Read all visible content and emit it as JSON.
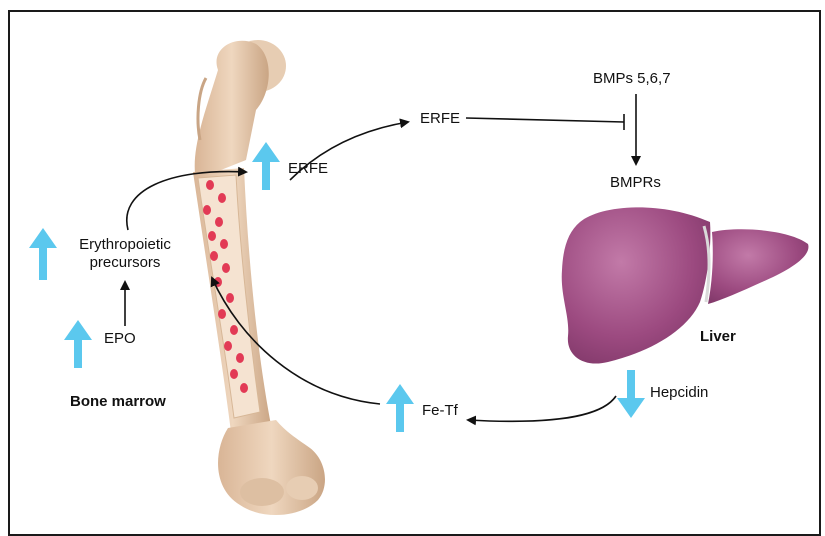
{
  "labels": {
    "erythropoietic_precursors": "Erythropoietic\nprecursors",
    "epo": "EPO",
    "bone_marrow": "Bone marrow",
    "erfe_near_bone": "ERFE",
    "erfe_top": "ERFE",
    "bmps": "BMPs 5,6,7",
    "bmprs": "BMPRs",
    "liver": "Liver",
    "hepcidin": "Hepcidin",
    "fe_tf": "Fe-Tf"
  },
  "colors": {
    "up_arrow": "#5bc8ee",
    "down_arrow": "#5bc8ee",
    "bone": "#e6c9ae",
    "bone_shadow": "#c9a585",
    "marrow": "#f2dcc6",
    "cells": "#e23a55",
    "liver": "#9c4a80",
    "liver_light": "#b56a9a",
    "arrow": "#111111"
  },
  "indicators": {
    "erythropoietic_precursors": "up",
    "epo": "up",
    "erfe": "up",
    "fe_tf": "up",
    "hepcidin": "down"
  }
}
